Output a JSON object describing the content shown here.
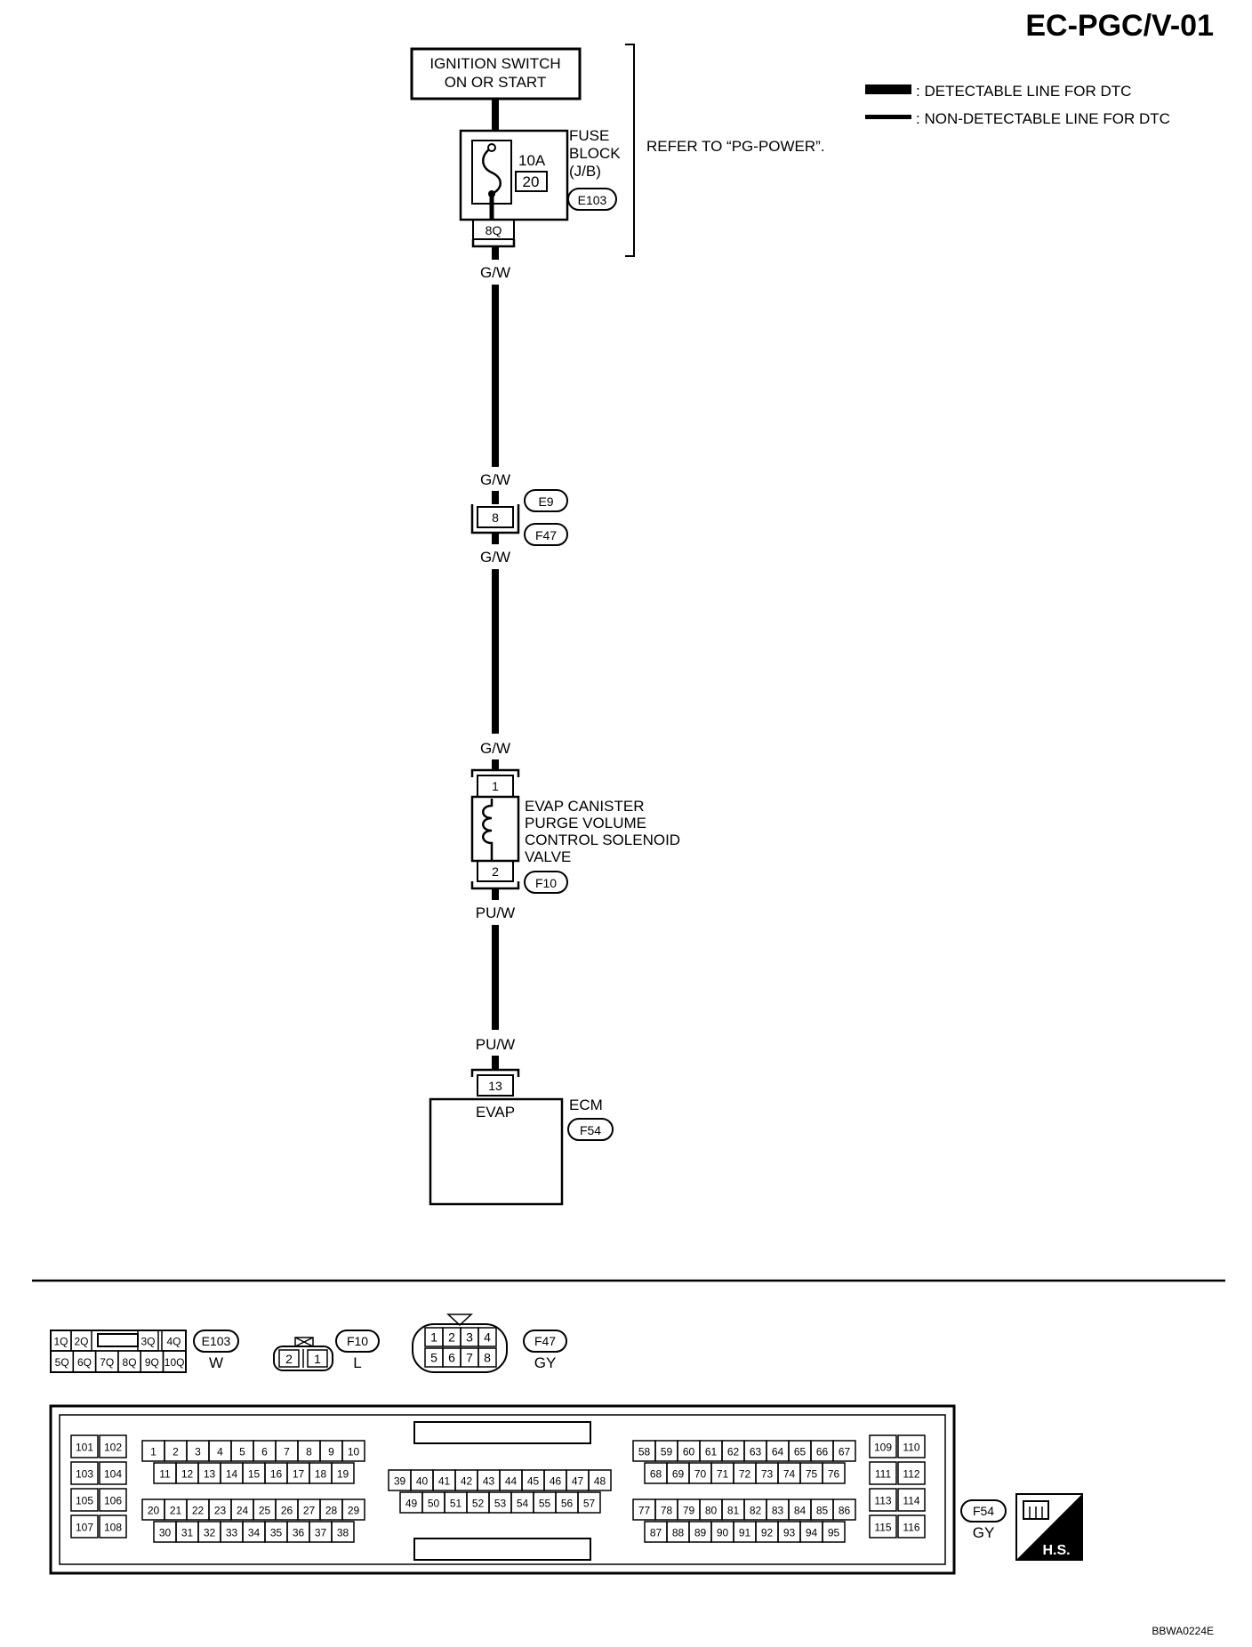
{
  "page_id": "EC-PGC/V-01",
  "legend": {
    "detectable": ": DETECTABLE LINE FOR DTC",
    "non_detectable": ": NON-DETECTABLE LINE FOR DTC"
  },
  "ignition": {
    "line1": "IGNITION SWITCH",
    "line2": "ON OR START"
  },
  "fuse_block": {
    "label1": "FUSE",
    "label2": "BLOCK",
    "label3": "(J/B)",
    "amp": "10A",
    "fuse_no": "20",
    "connector": "E103",
    "terminal": "8Q"
  },
  "refer_note": "REFER TO “PG-POWER”.",
  "wires": {
    "w1": "G/W",
    "w2": "G/W",
    "w3": "G/W",
    "w4": "G/W",
    "w5": "PU/W",
    "w6": "PU/W"
  },
  "joint_connector": {
    "pin": "8",
    "upper": "E9",
    "lower": "F47"
  },
  "solenoid": {
    "line1": "EVAP CANISTER",
    "line2": "PURGE VOLUME",
    "line3": "CONTROL SOLENOID",
    "line4": "VALVE",
    "pin_top": "1",
    "pin_bottom": "2",
    "connector": "F10"
  },
  "ecm": {
    "name": "ECM",
    "terminal": "EVAP",
    "pin": "13",
    "connector": "F54"
  },
  "connector_views": {
    "e103": {
      "id": "E103",
      "color": "W",
      "top": [
        "1Q",
        "2Q",
        "",
        "3Q",
        "4Q"
      ],
      "bottom": [
        "5Q",
        "6Q",
        "7Q",
        "8Q",
        "9Q",
        "10Q"
      ]
    },
    "f10": {
      "id": "F10",
      "color": "L",
      "pins": [
        "2",
        "1"
      ]
    },
    "f47": {
      "id": "F47",
      "color": "GY",
      "top": [
        "1",
        "2",
        "3",
        "4"
      ],
      "bottom": [
        "5",
        "6",
        "7",
        "8"
      ]
    },
    "f54": {
      "id": "F54",
      "color": "GY",
      "left": [
        [
          "101",
          "102"
        ],
        [
          "103",
          "104"
        ],
        [
          "105",
          "106"
        ],
        [
          "107",
          "108"
        ]
      ],
      "b1_r1": [
        "1",
        "2",
        "3",
        "4",
        "5",
        "6",
        "7",
        "8",
        "9",
        "10"
      ],
      "b1_r2": [
        "11",
        "12",
        "13",
        "14",
        "15",
        "16",
        "17",
        "18",
        "19"
      ],
      "b1_r3": [
        "20",
        "21",
        "22",
        "23",
        "24",
        "25",
        "26",
        "27",
        "28",
        "29"
      ],
      "b1_r4": [
        "30",
        "31",
        "32",
        "33",
        "34",
        "35",
        "36",
        "37",
        "38"
      ],
      "b2_r1": [
        "39",
        "40",
        "41",
        "42",
        "43",
        "44",
        "45",
        "46",
        "47",
        "48"
      ],
      "b2_r2": [
        "49",
        "50",
        "51",
        "52",
        "53",
        "54",
        "55",
        "56",
        "57"
      ],
      "b3_r1": [
        "58",
        "59",
        "60",
        "61",
        "62",
        "63",
        "64",
        "65",
        "66",
        "67"
      ],
      "b3_r2": [
        "68",
        "69",
        "70",
        "71",
        "72",
        "73",
        "74",
        "75",
        "76"
      ],
      "b3_r3": [
        "77",
        "78",
        "79",
        "80",
        "81",
        "82",
        "83",
        "84",
        "85",
        "86"
      ],
      "b3_r4": [
        "87",
        "88",
        "89",
        "90",
        "91",
        "92",
        "93",
        "94",
        "95"
      ],
      "right": [
        [
          "109",
          "110"
        ],
        [
          "111",
          "112"
        ],
        [
          "113",
          "114"
        ],
        [
          "115",
          "116"
        ]
      ]
    }
  },
  "hs_label": "H.S.",
  "figure_code": "BBWA0224E"
}
